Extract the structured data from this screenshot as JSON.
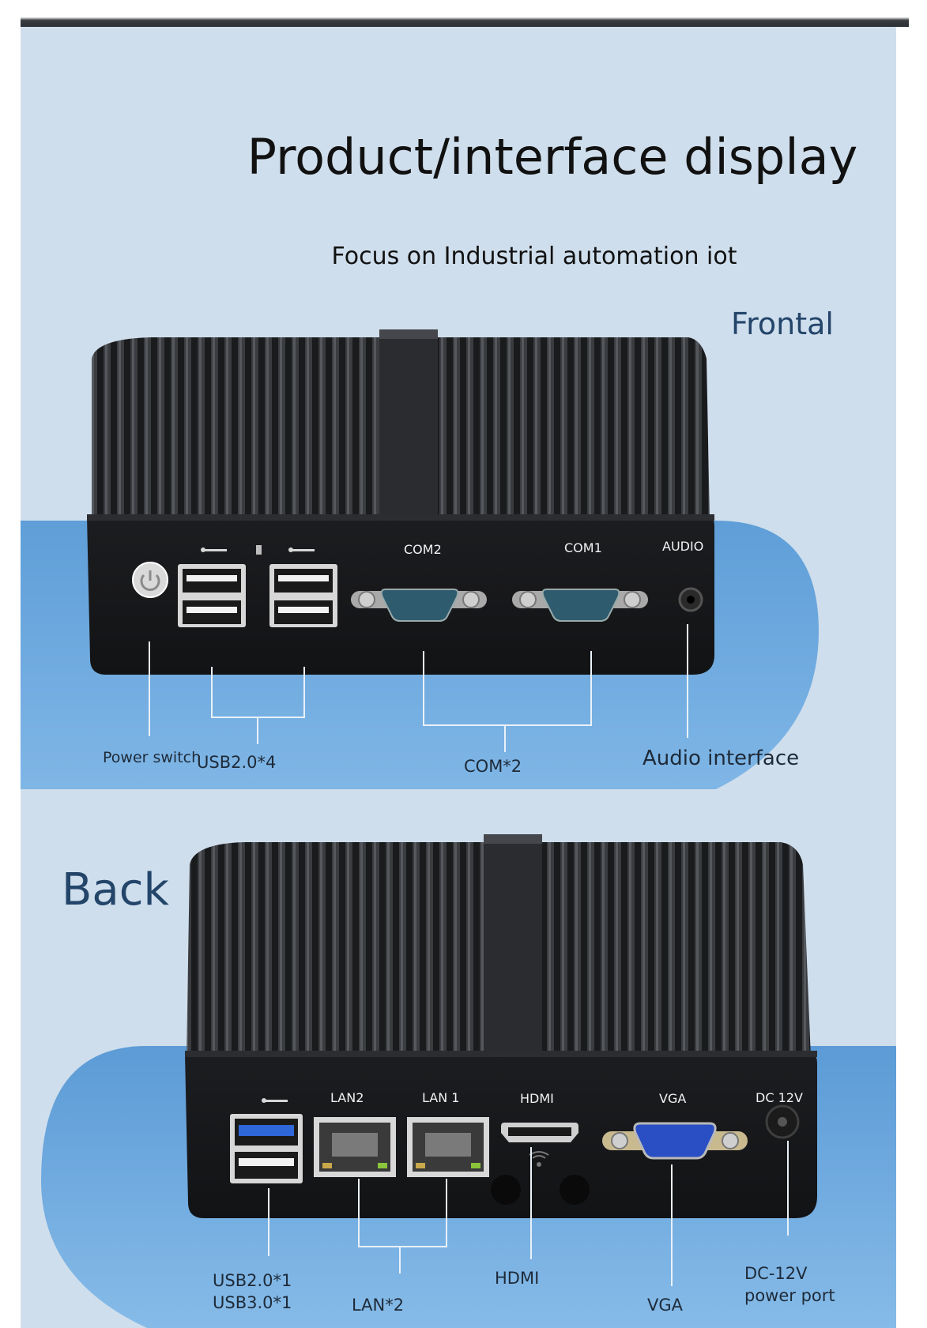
{
  "header": {
    "title": "Product/interface display",
    "subtitle": "Focus on Industrial automation iot"
  },
  "front": {
    "section_label": "Frontal",
    "port_labels": {
      "com2": "COM2",
      "com1": "COM1",
      "audio": "AUDIO"
    },
    "callouts": {
      "power": "Power switch",
      "usb": "USB2.0*4",
      "com": "COM*2",
      "audio": "Audio interface"
    }
  },
  "back": {
    "section_label": "Back",
    "port_labels": {
      "lan2": "LAN2",
      "lan1": "LAN 1",
      "hdmi": "HDMI",
      "vga": "VGA",
      "dc": "DC 12V"
    },
    "callouts": {
      "usb_line1": "USB2.0*1",
      "usb_line2": "USB3.0*1",
      "lan": "LAN*2",
      "hdmi": "HDMI",
      "vga": "VGA",
      "dc_line1": "DC-12V",
      "dc_line2": "power port"
    }
  },
  "colors": {
    "background": "#cfdeec",
    "blob": "#6fa9dc",
    "chassis": "#222326",
    "section_title": "#24456a"
  },
  "icons": [
    "power-icon",
    "usb-icon",
    "storage-led-icon",
    "wifi-icon"
  ]
}
